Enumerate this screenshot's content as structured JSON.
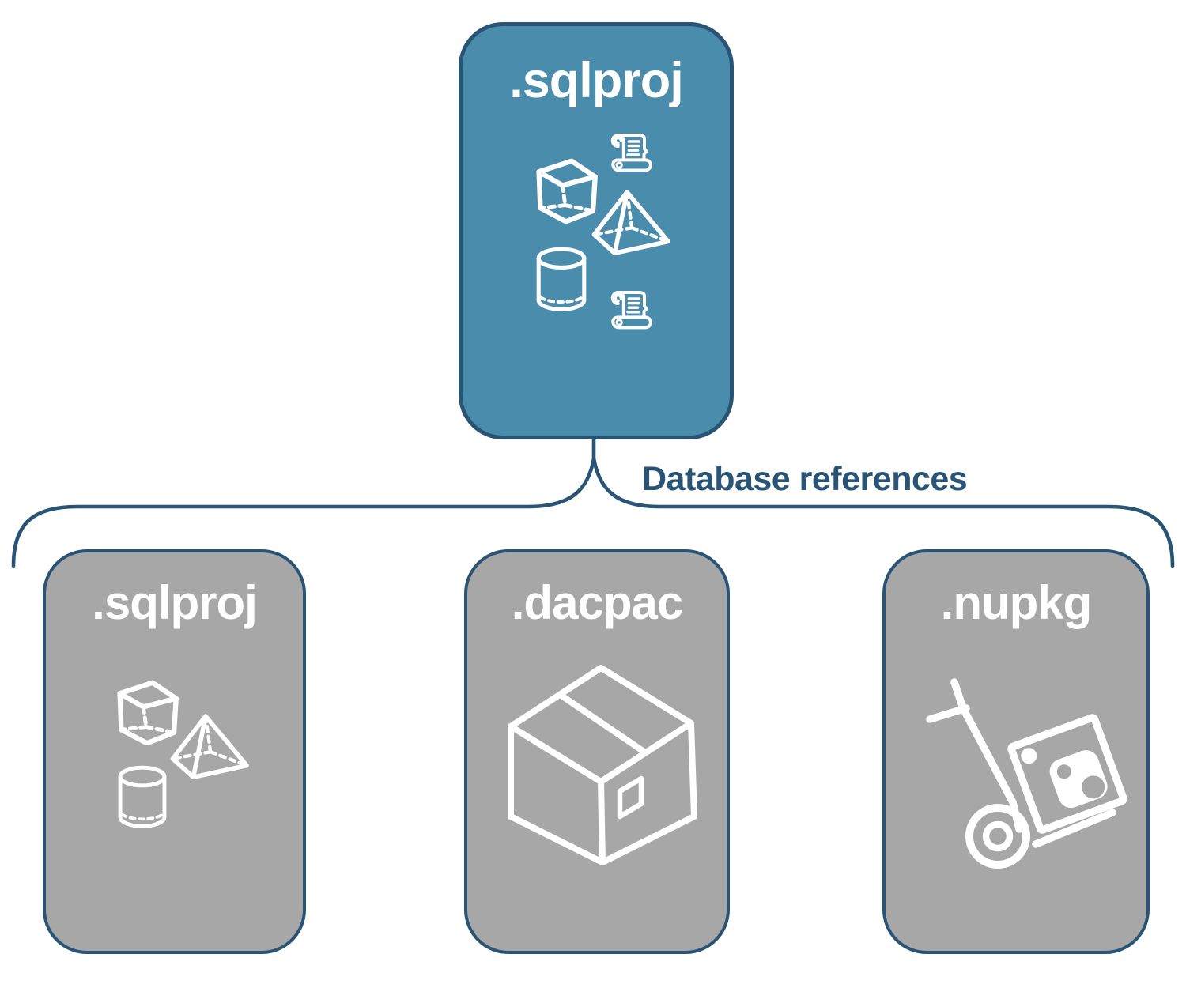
{
  "diagram": {
    "connector": {
      "label": "Database references"
    },
    "top_node": {
      "label": ".sqlproj",
      "icons": [
        "scroll-icon",
        "cube-icon",
        "pyramid-icon",
        "cylinder-icon",
        "scroll-icon"
      ]
    },
    "bottom_nodes": [
      {
        "id": "sqlproj",
        "label": ".sqlproj",
        "icons": [
          "cube-icon",
          "pyramid-icon",
          "cylinder-icon"
        ]
      },
      {
        "id": "dacpac",
        "label": ".dacpac",
        "icons": [
          "package-box-icon"
        ]
      },
      {
        "id": "nupkg",
        "label": ".nupkg",
        "icons": [
          "hand-truck-nuget-package-icon"
        ]
      }
    ],
    "colors": {
      "top_node_fill": "#4A8CAC",
      "node_border_and_lines": "#2A5475",
      "bottom_node_fill": "#A7A7A7",
      "icon_and_label_color": "#FFFFFF"
    }
  }
}
